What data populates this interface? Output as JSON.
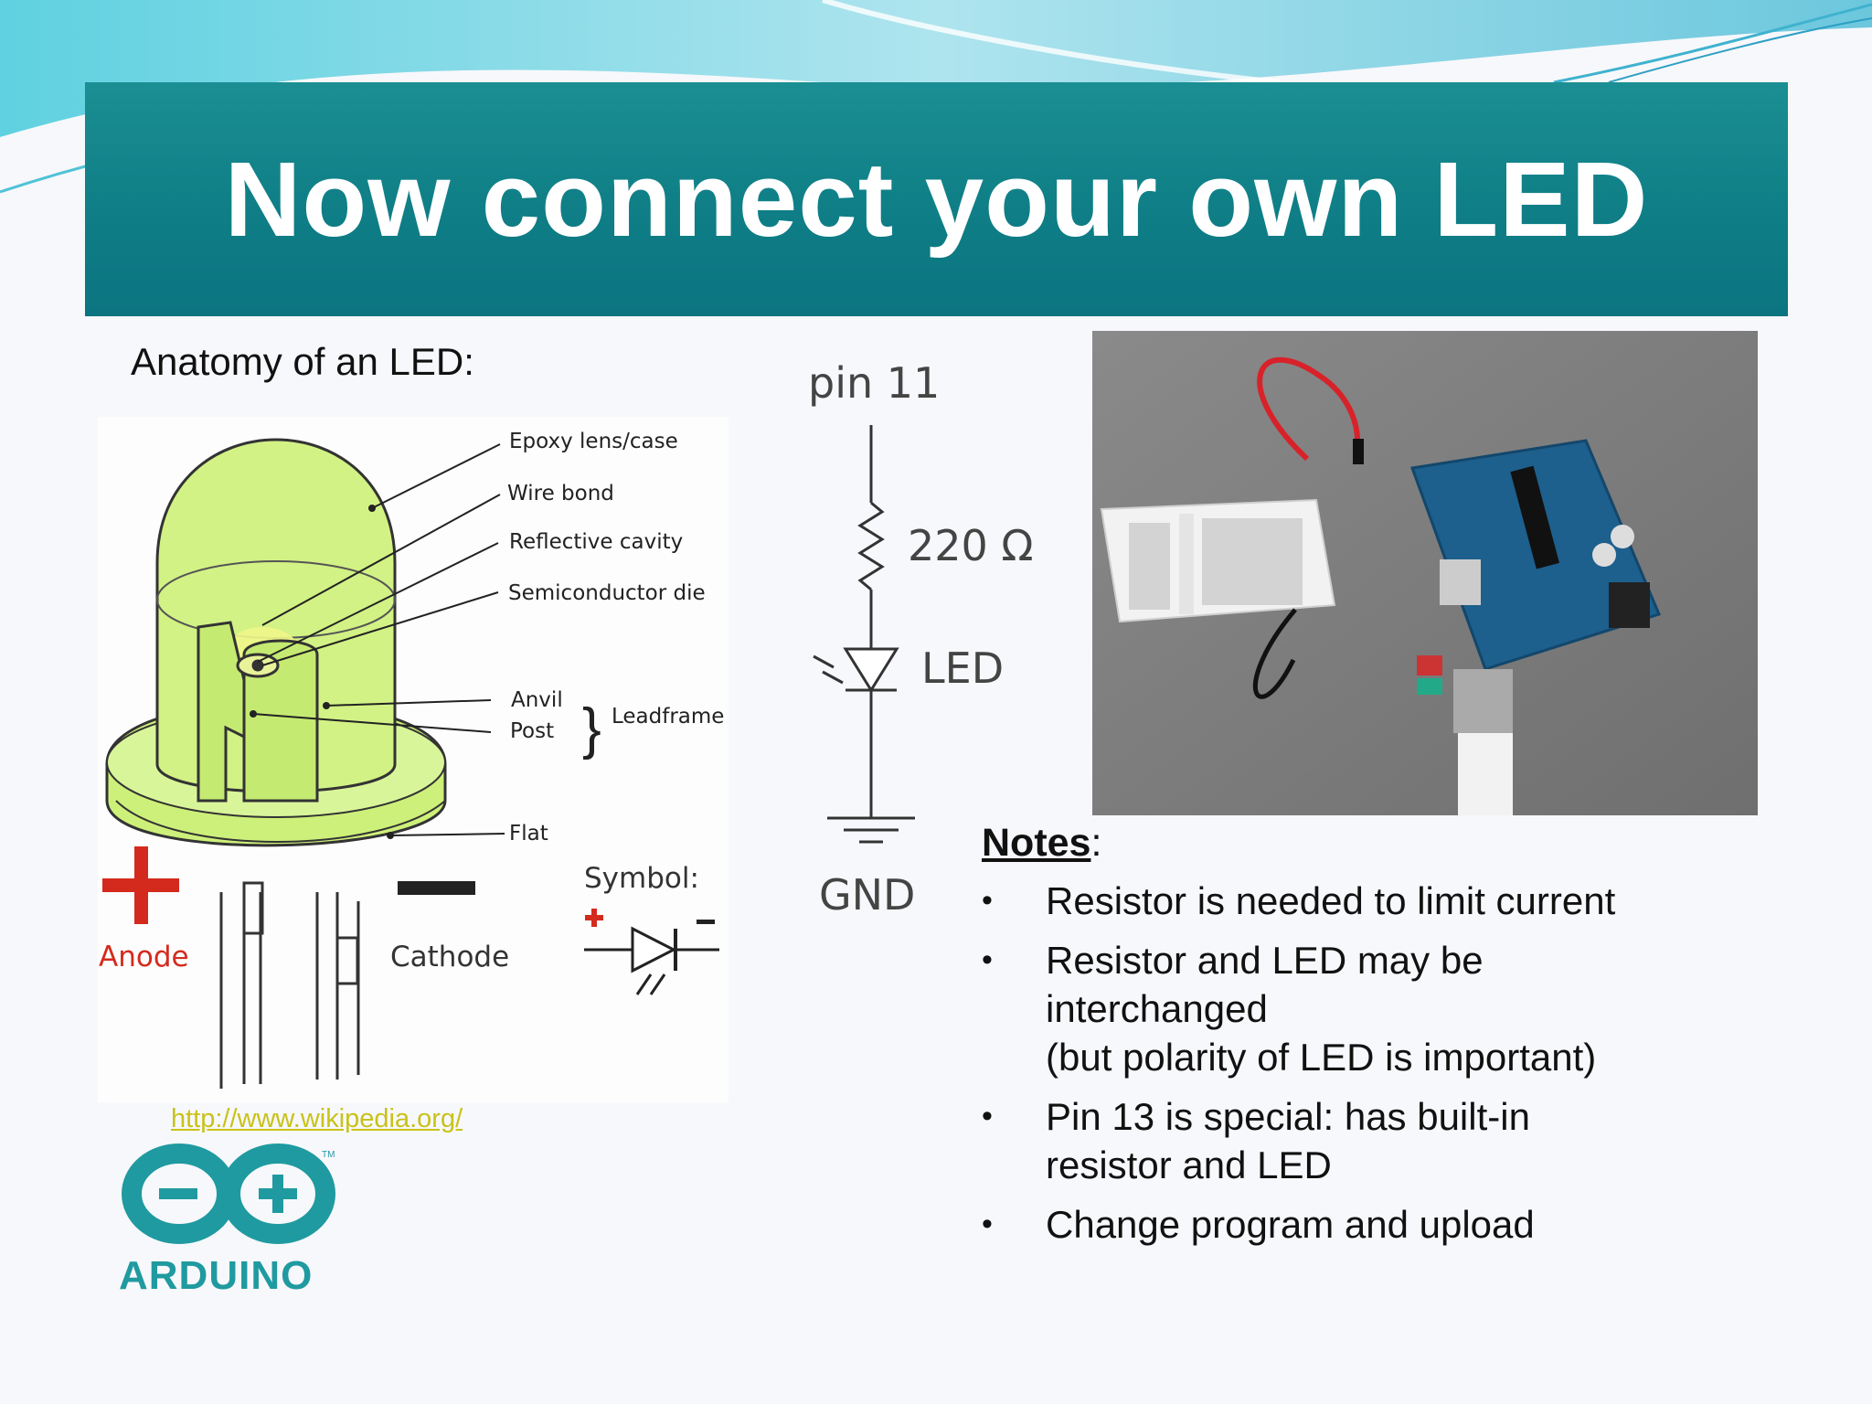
{
  "slide": {
    "title": "Now connect your own LED",
    "anatomy_title": "Anatomy of an LED:",
    "source_link": "http://www.wikipedia.org/"
  },
  "led_diagram": {
    "labels": {
      "epoxy": "Epoxy lens/case",
      "wire_bond": "Wire bond",
      "reflective_cavity": "Reflective cavity",
      "semiconductor_die": "Semiconductor die",
      "anvil": "Anvil",
      "post": "Post",
      "leadframe": "Leadframe",
      "flat": "Flat",
      "symbol": "Symbol:",
      "anode": "Anode",
      "cathode": "Cathode"
    }
  },
  "schematic": {
    "pin_label": "pin 11",
    "resistor_label": "220 Ω",
    "led_label": "LED",
    "ground_label": "GND"
  },
  "notes": {
    "heading": "Notes",
    "colon": ":",
    "items": [
      {
        "lines": [
          "Resistor is needed  to limit current"
        ]
      },
      {
        "lines": [
          "Resistor and LED may be",
          "interchanged",
          "(but polarity of LED is important)"
        ]
      },
      {
        "lines": [
          "Pin 13 is special:  has built-in",
          "resistor and LED"
        ]
      },
      {
        "lines": [
          "Change program and upload"
        ]
      }
    ]
  },
  "logo": {
    "text": "ARDUINO",
    "trademark": "TM"
  },
  "colors": {
    "title_band": "#0f7e86",
    "led_green": "#cdf07a",
    "anode_red": "#d42a1e",
    "logo_teal": "#1f9aa0",
    "link": "#c9c21a"
  }
}
